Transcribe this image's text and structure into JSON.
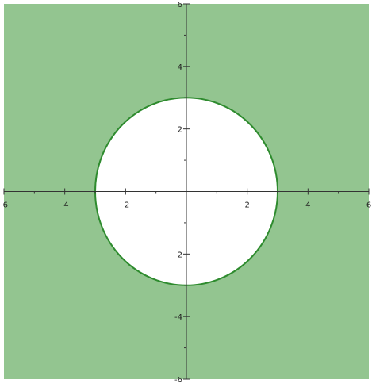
{
  "chart_data": {
    "type": "area",
    "title": "",
    "xlabel": "",
    "ylabel": "",
    "xlim": [
      -6,
      6
    ],
    "ylim": [
      -6,
      6
    ],
    "grid": false,
    "x_ticks": [
      -6,
      -4,
      -2,
      2,
      4,
      6
    ],
    "y_ticks": [
      6,
      4,
      2,
      -2,
      -4,
      -6
    ],
    "x_tick_labels": [
      "-6",
      "-4",
      "-2",
      "2",
      "4",
      "6"
    ],
    "y_tick_labels": [
      "6",
      "4",
      "2",
      "-2",
      "-4",
      "-6"
    ],
    "region": {
      "inequality": "x^2 + y^2 >= 9",
      "center": [
        0,
        0
      ],
      "radius": 3
    },
    "colors": {
      "fill": "#93c590",
      "boundary": "#2e8b2e",
      "interior": "#ffffff",
      "axis": "#333333"
    }
  }
}
